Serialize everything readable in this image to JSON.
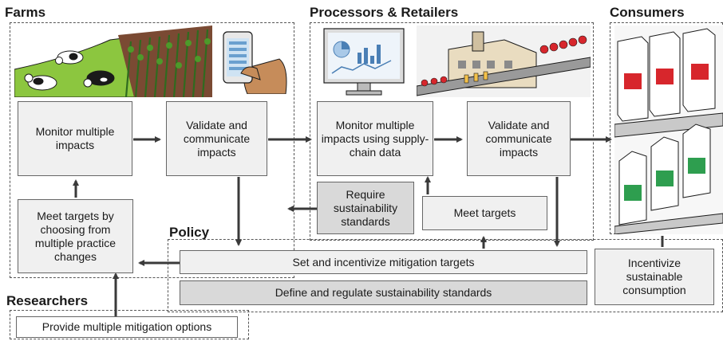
{
  "sections": {
    "farms": "Farms",
    "processors": "Processors & Retailers",
    "consumers": "Consumers",
    "policy": "Policy",
    "researchers": "Researchers"
  },
  "boxes": {
    "farm_monitor": "Monitor multiple impacts",
    "farm_validate": "Validate and communicate impacts",
    "farm_meet": "Meet targets by choosing from multiple practice changes",
    "proc_monitor": "Monitor multiple impacts using supply-chain data",
    "proc_validate": "Validate and communicate impacts",
    "proc_require": "Require sustainability standards",
    "proc_meet": "Meet targets",
    "policy_set": "Set and incentivize mitigation targets",
    "policy_define": "Define and regulate sustainability standards",
    "incentivize": "Incentivize sustainable consumption",
    "research_provide": "Provide multiple mitigation options"
  },
  "icons": {
    "farm": "cows-and-crops-illustration",
    "phone": "smartphone-app-illustration",
    "monitor": "computer-dashboard-illustration",
    "factory": "factory-conveyor-illustration",
    "shelves": "grocery-shelves-illustration"
  },
  "colors": {
    "box_fill": "#f0f0f0",
    "box_dark": "#d9d9d9",
    "arrow": "#3a3a3a",
    "grass": "#8cc63f",
    "soil": "#7a4a33",
    "label_red": "#d7262c",
    "label_green": "#2e9e4f"
  }
}
